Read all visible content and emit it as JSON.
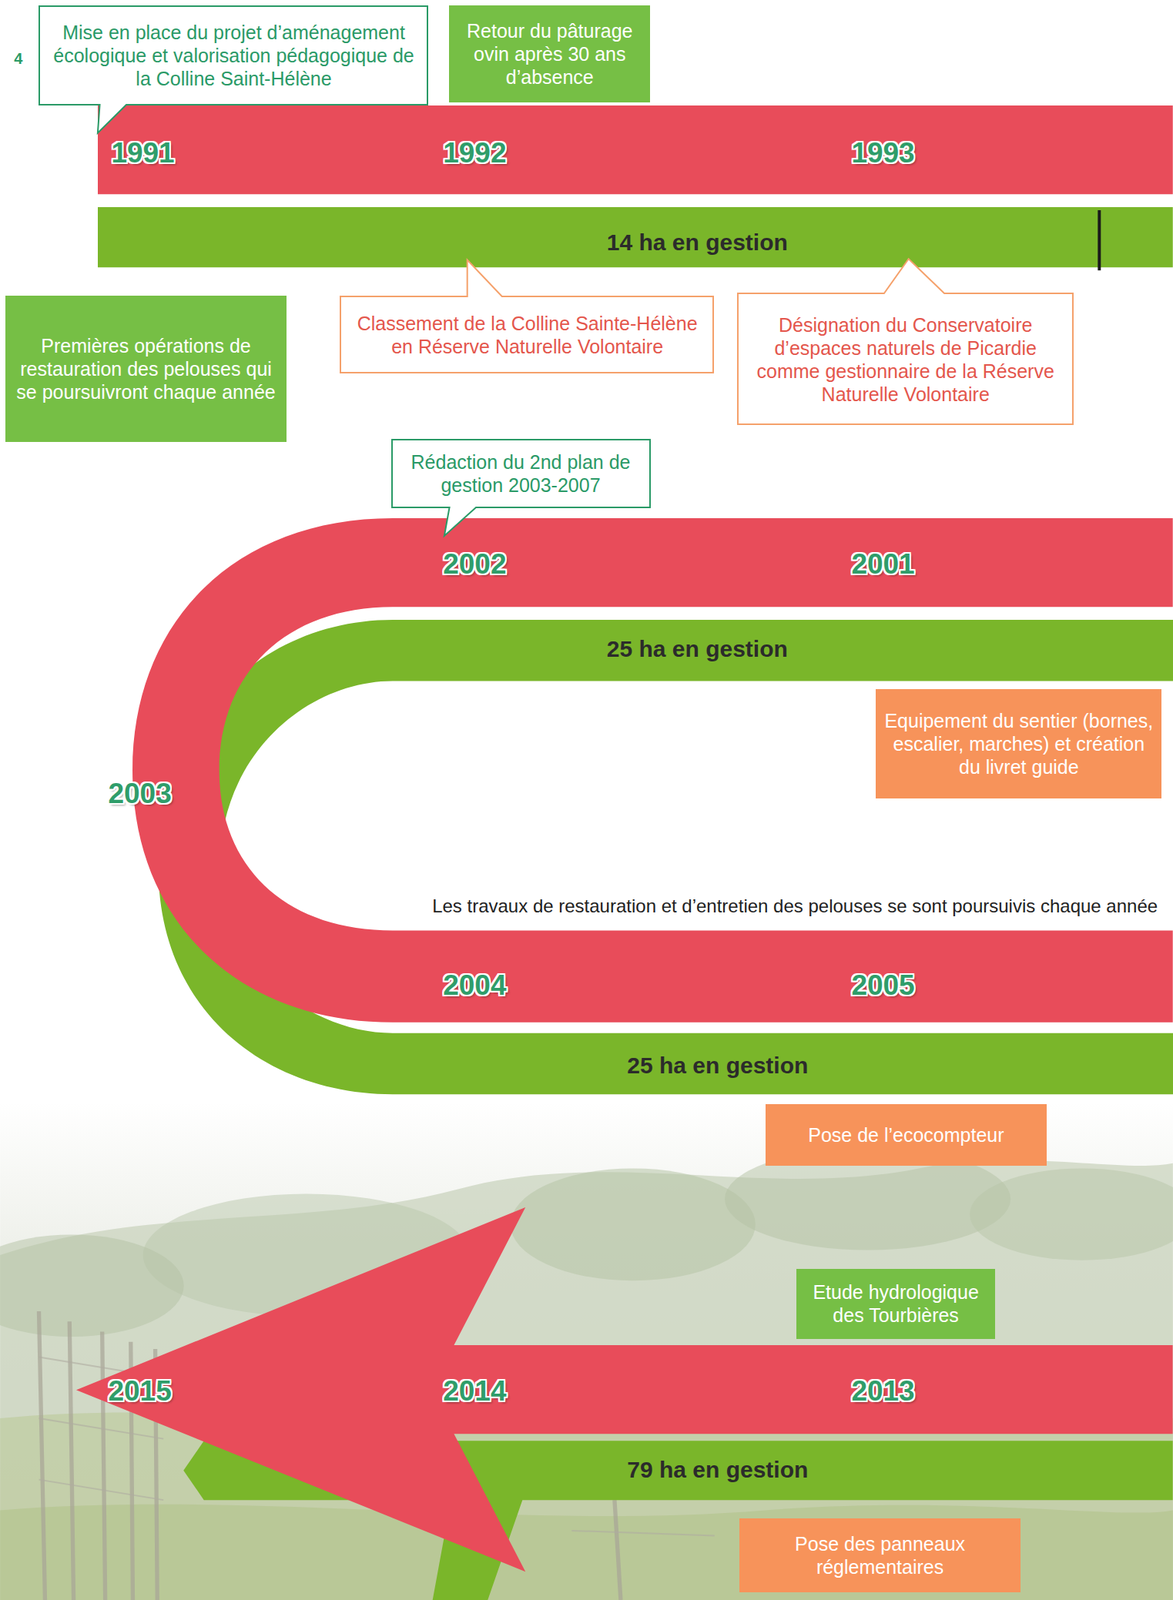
{
  "diagram": {
    "nodes": [
      {
        "text": [
          "Mise en place du projet d’aménagement écologique et valorisation pédagogique de la Colline Saint-Hélène"
        ]
      },
      {
        "text": [
          "Retour du pâturage ovin après 30 ans d’absence"
        ]
      },
      {
        "text": [
          "1991",
          "1992",
          "1993"
        ]
      },
      {
        "text": [
          "14 ha en gestion"
        ]
      },
      {
        "text": [
          "Classement de la Colline Sainte-Hélène en Réserve Naturelle Volontaire"
        ]
      },
      {
        "text": [
          "Désignation du Conservatoire d’espaces naturels de Picardie comme gestionnaire de la Réserve Naturelle Volontaire"
        ]
      },
      {
        "text": [
          "Premières opérations de restauration des pelouses qui se poursuivront chaque année"
        ]
      },
      {
        "text": [
          "Rédaction du 2nd plan de gestion 2003-2007"
        ]
      },
      {
        "text": [
          "2002",
          "2001",
          "2003",
          "2004",
          "2005"
        ]
      },
      {
        "text": [
          "25 ha en gestion",
          "25 ha en gestion"
        ]
      },
      {
        "text": [
          "Equipement du sentier (bornes, escalier, marches) et création du livret guide"
        ]
      },
      {
        "text": [
          "Pose de l’ecocompteur"
        ]
      },
      {
        "text": [
          "Etude hydrologique des Tourbières"
        ]
      },
      {
        "text": [
          "2015",
          "2014",
          "2013"
        ]
      },
      {
        "text": [
          "79 ha en gestion"
        ]
      },
      {
        "text": [
          "Pose des panneaux réglementaires"
        ]
      }
    ],
    "labels": [
      "4",
      "Les travaux de restauration et d’entretien des pelouses se sont poursuivis chaque année"
    ]
  }
}
